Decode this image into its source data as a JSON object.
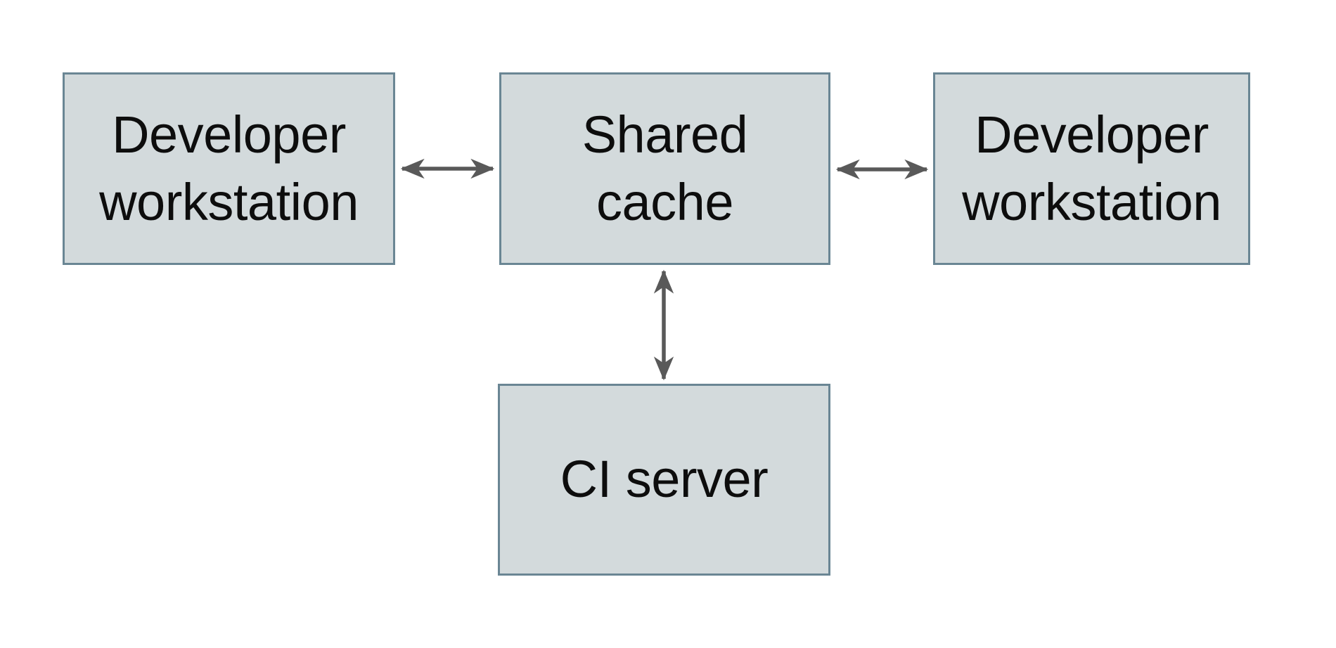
{
  "diagram": {
    "type": "architecture-diagram",
    "background_color": "#ffffff",
    "node_fill_color": "#d3dadc",
    "node_border_color": "#6a8694",
    "arrow_color": "#595959",
    "text_color": "#0d0d0d",
    "nodes": [
      {
        "id": "dev-workstation-left",
        "label": "Developer\nworkstation"
      },
      {
        "id": "shared-cache",
        "label": "Shared\ncache"
      },
      {
        "id": "dev-workstation-right",
        "label": "Developer\nworkstation"
      },
      {
        "id": "ci-server",
        "label": "CI server"
      }
    ],
    "edges": [
      {
        "from": "dev-workstation-left",
        "to": "shared-cache",
        "direction": "bidirectional"
      },
      {
        "from": "shared-cache",
        "to": "dev-workstation-right",
        "direction": "bidirectional"
      },
      {
        "from": "shared-cache",
        "to": "ci-server",
        "direction": "bidirectional"
      }
    ]
  }
}
